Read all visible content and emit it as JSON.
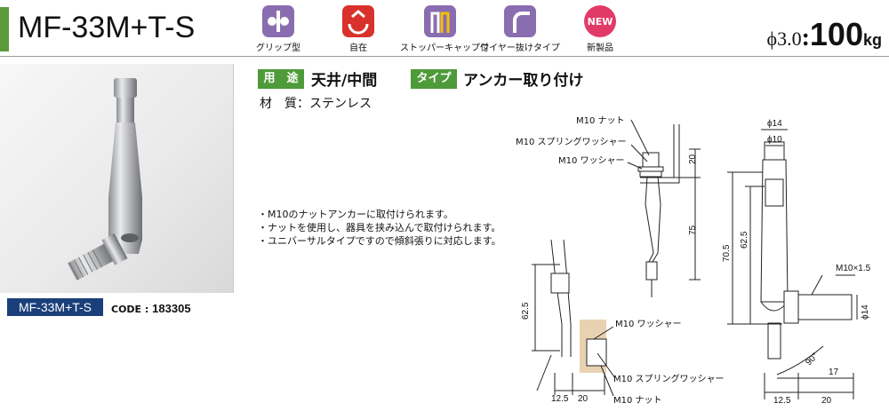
{
  "header": {
    "model": "MF-33M+T-S",
    "features": [
      {
        "label": "グリップ型",
        "icon": "grip-icon",
        "color": "#8a6db0"
      },
      {
        "label": "自在",
        "icon": "swivel-icon",
        "color": "#d9312b"
      },
      {
        "label": "ストッパーキャップ付",
        "icon": "stopper-cap-icon",
        "color": "#8a6db0"
      },
      {
        "label": "ワイヤー抜けタイプ",
        "icon": "wire-through-icon",
        "color": "#8a6db0"
      },
      {
        "label": "新製品",
        "icon": "new-badge-icon",
        "color": "#e23a66",
        "badge": "NEW"
      }
    ],
    "load": {
      "diameter": "ϕ3.0",
      "sep": ":",
      "value": "100",
      "unit": "kg"
    }
  },
  "product": {
    "model_tag": "MF-33M+T-S",
    "code_label": "CODE",
    "code_sep": ":",
    "code": "183305"
  },
  "usage": {
    "label": "用　途",
    "value": "天井/中間",
    "type_label": "タイプ",
    "type_value": "アンカー取り付け"
  },
  "material": {
    "label": "材　質",
    "sep": "：",
    "value": "ステンレス"
  },
  "notes": [
    "・M10のナットアンカーに取付けられます。",
    "・ナットを使用し、器具を挟み込んで取付けられます。",
    "・ユニバーサルタイプですので傾斜張りに対応します。"
  ],
  "drawing": {
    "top_labels": [
      "M10 ナット",
      "M10 スプリングワッシャー",
      "M10 ワッシャー"
    ],
    "top_dims": [
      "20",
      "75"
    ],
    "side_dims": [
      "62.5"
    ],
    "side_labels": [
      "M10 ワッシャー",
      "M10 スプリングワッシャー",
      "M10 ナット"
    ],
    "side_bottom_dims": [
      "12.5",
      "20"
    ],
    "right_dims": {
      "d1": "ϕ14",
      "d2": "ϕ10",
      "h1": "70.5",
      "h2": "62.5",
      "thread": "M10×1.5",
      "d3": "ϕ14",
      "angle": "90°",
      "w1": "17",
      "w2": "12.5",
      "w3": "20"
    }
  }
}
